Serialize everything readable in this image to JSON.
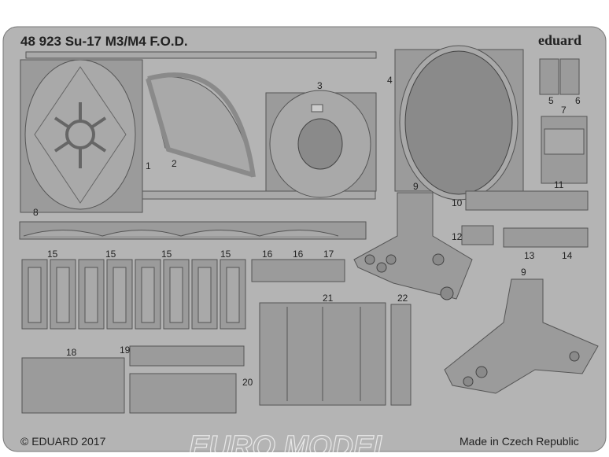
{
  "header": {
    "title": "48 923  Su-17 M3/M4 F.O.D.",
    "brand": "eduard"
  },
  "footer": {
    "copyright": "© EDUARD 2017",
    "origin": "Made in Czech Republic"
  },
  "watermark": "EURO MODEL",
  "part_numbers": [
    "1",
    "2",
    "3",
    "4",
    "5",
    "6",
    "7",
    "8",
    "9",
    "10",
    "11",
    "12",
    "13",
    "14",
    "15",
    "15",
    "15",
    "15",
    "16",
    "16",
    "17",
    "18",
    "19",
    "20",
    "21",
    "22",
    "9"
  ],
  "colors": {
    "fret": "#b4b4b4",
    "part": "#9b9b9b",
    "outline": "#555555"
  }
}
